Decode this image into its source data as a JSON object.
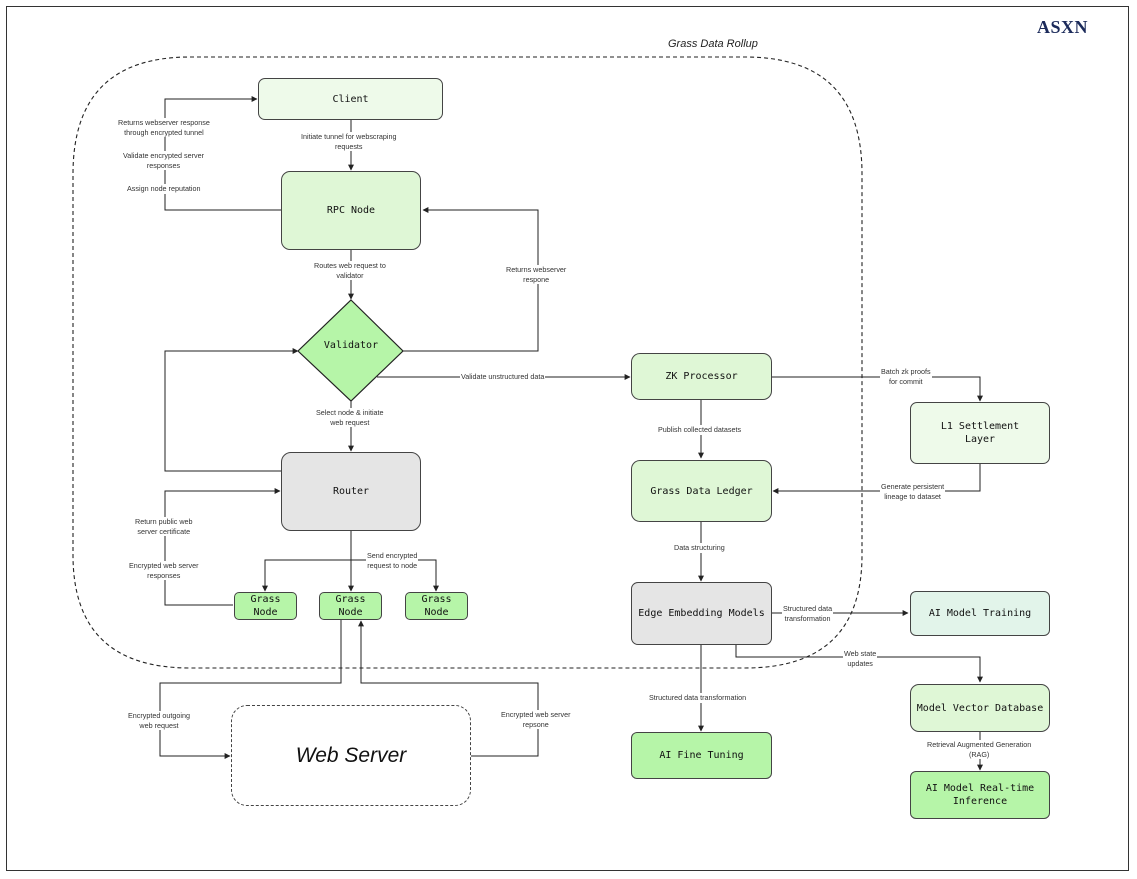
{
  "brand": "ASXN",
  "rollup_title": "Grass Data Rollup",
  "nodes": {
    "client": "Client",
    "rpc_node": "RPC Node",
    "validator": "Validator",
    "router": "Router",
    "grass_node_1": "Grass\nNode",
    "grass_node_2": "Grass\nNode",
    "grass_node_3": "Grass\nNode",
    "web_server": "Web Server",
    "zk_processor": "ZK Processor",
    "l1_settlement": "L1 Settlement\nLayer",
    "grass_data_ledger": "Grass Data Ledger",
    "edge_embedding": "Edge Embedding Models",
    "ai_model_training": "AI Model Training",
    "model_vector_db": "Model Vector Database",
    "ai_realtime_inference": "AI Model Real-time\nInference",
    "ai_fine_tuning": "AI Fine Tuning"
  },
  "edge_labels": {
    "returns_response_tunnel": "Returns webserver response\nthrough encrypted tunnel",
    "validate_encrypted": "Validate encrypted server\nresponses",
    "assign_reputation": "Assign node reputation",
    "initiate_tunnel": "Initiate tunnel for webscraping\nrequests",
    "routes_request": "Routes web request to\nvalidator",
    "returns_webserver_respone": "Returns webserver\nrespone",
    "validate_unstructured": "Validate unstructured data",
    "select_node": "Select node & initiate\nweb request",
    "return_certificate": "Return public web\nserver certificate",
    "encrypted_responses": "Encrypted web server\nresponses",
    "send_encrypted": "Send encrypted\nrequest to node",
    "encrypted_outgoing": "Encrypted outgoing\nweb request",
    "encrypted_repsone": "Encrypted web server\nrepsone",
    "batch_zk": "Batch zk proofs\nfor commit",
    "publish_datasets": "Publish collected datasets",
    "generate_lineage": "Generate persistent\nlineage to dataset",
    "data_structuring": "Data structuring",
    "structured_transformation_right": "Structured data\ntransformation",
    "web_state_updates": "Web state\nupdates",
    "structured_transformation_down": "Structured data transformation",
    "rag": "Retrieval Augmented Generation\n(RAG)"
  }
}
